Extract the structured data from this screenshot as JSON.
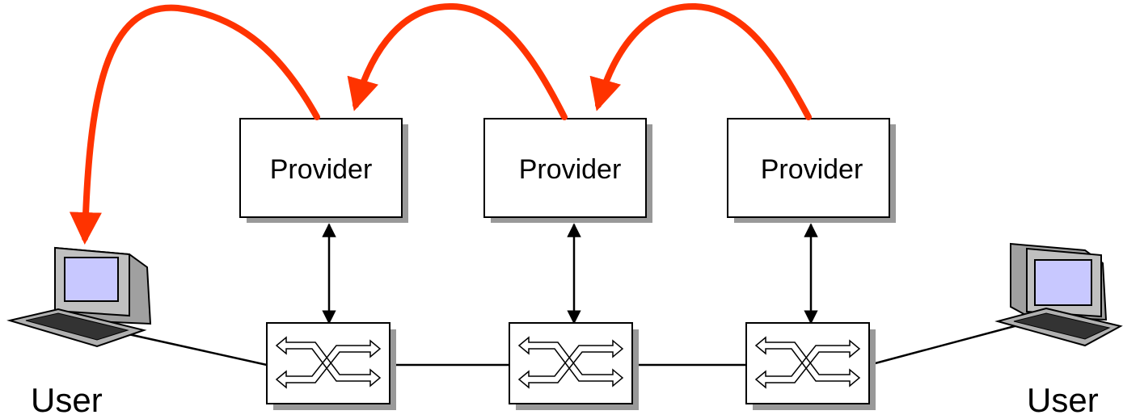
{
  "providers": [
    {
      "label": "Provider"
    },
    {
      "label": "Provider"
    },
    {
      "label": "Provider"
    }
  ],
  "users": [
    {
      "label": "User"
    },
    {
      "label": "User"
    }
  ],
  "colors": {
    "redirect_arrow": "#ff3300",
    "box_fill": "#ffffff",
    "box_shadow": "#999999",
    "stroke": "#000000",
    "monitor_screen": "#c8c8ff",
    "monitor_body": "#b0b0b0"
  },
  "icons": {
    "switch": "switch-icon",
    "computer": "computer-icon"
  }
}
